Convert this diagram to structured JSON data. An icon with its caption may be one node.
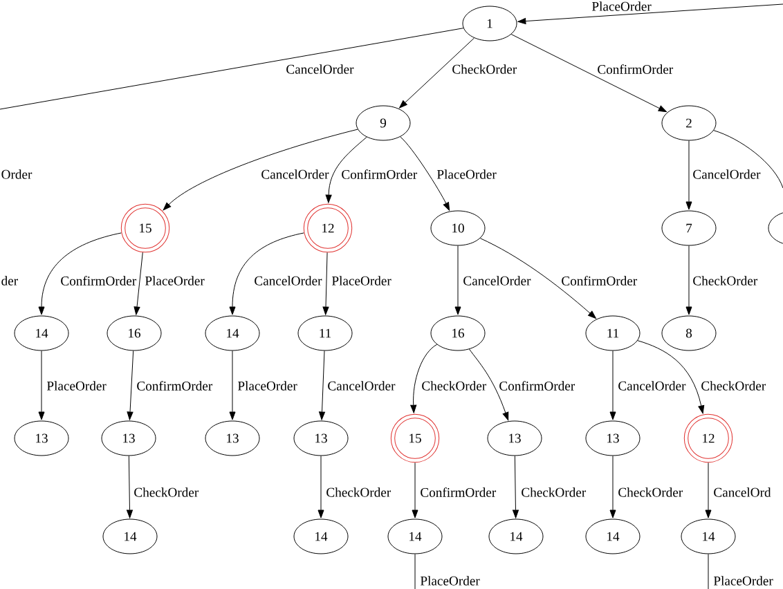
{
  "diagram": {
    "nodes": [
      {
        "text": [
          "1"
        ]
      },
      {
        "text": [
          "9"
        ]
      },
      {
        "text": [
          "2"
        ]
      },
      {
        "text": [
          "15"
        ]
      },
      {
        "text": [
          "12"
        ]
      },
      {
        "text": [
          "10"
        ]
      },
      {
        "text": [
          "7"
        ]
      },
      {
        "text": [],
        "shape": "ellipse"
      },
      {
        "text": [
          "14"
        ]
      },
      {
        "text": [
          "16"
        ]
      },
      {
        "text": [
          "14"
        ]
      },
      {
        "text": [
          "11"
        ]
      },
      {
        "text": [
          "16"
        ]
      },
      {
        "text": [
          "11"
        ]
      },
      {
        "text": [
          "8"
        ]
      },
      {
        "text": [
          "13"
        ]
      },
      {
        "text": [
          "13"
        ]
      },
      {
        "text": [
          "13"
        ]
      },
      {
        "text": [
          "13"
        ]
      },
      {
        "text": [
          "15"
        ]
      },
      {
        "text": [
          "13"
        ]
      },
      {
        "text": [
          "13"
        ]
      },
      {
        "text": [
          "12"
        ]
      },
      {
        "text": [
          "14"
        ]
      },
      {
        "text": [
          "14"
        ]
      },
      {
        "text": [
          "14"
        ]
      },
      {
        "text": [
          "14"
        ]
      },
      {
        "text": [
          "14"
        ]
      },
      {
        "text": [
          "14"
        ]
      }
    ],
    "edges": [
      {
        "from": null,
        "to": 0,
        "arrow": "to",
        "label": "PlaceOrder"
      },
      {
        "from": 0,
        "to": null,
        "arrow": "none",
        "label": "CancelOrder"
      },
      {
        "from": 0,
        "to": 1,
        "arrow": "to",
        "label": "CheckOrder"
      },
      {
        "from": 0,
        "to": 2,
        "arrow": "to",
        "label": "ConfirmOrder"
      },
      {
        "from": 1,
        "to": 3,
        "arrow": "to",
        "label": "CancelOrder"
      },
      {
        "from": 1,
        "to": 4,
        "arrow": "to",
        "label": "ConfirmOrder"
      },
      {
        "from": 1,
        "to": 5,
        "arrow": "to",
        "label": "PlaceOrder"
      },
      {
        "from": 2,
        "to": 6,
        "arrow": "to",
        "label": "CancelOrder"
      },
      {
        "from": 2,
        "to": null,
        "arrow": "none"
      },
      {
        "from": 3,
        "to": 8,
        "arrow": "to",
        "label": "ConfirmOrder"
      },
      {
        "from": 3,
        "to": 9,
        "arrow": "to",
        "label": "PlaceOrder"
      },
      {
        "from": 4,
        "to": 10,
        "arrow": "to",
        "label": "CancelOrder"
      },
      {
        "from": 4,
        "to": 11,
        "arrow": "to",
        "label": "PlaceOrder"
      },
      {
        "from": 5,
        "to": 12,
        "arrow": "to",
        "label": "CancelOrder"
      },
      {
        "from": 5,
        "to": 13,
        "arrow": "to",
        "label": "ConfirmOrder"
      },
      {
        "from": 6,
        "to": 14,
        "arrow": "to",
        "label": "CheckOrder"
      },
      {
        "from": 8,
        "to": 15,
        "arrow": "to",
        "label": "PlaceOrder"
      },
      {
        "from": 9,
        "to": 16,
        "arrow": "to",
        "label": "ConfirmOrder"
      },
      {
        "from": 10,
        "to": 17,
        "arrow": "to",
        "label": "PlaceOrder"
      },
      {
        "from": 11,
        "to": 18,
        "arrow": "to",
        "label": "CancelOrder"
      },
      {
        "from": 12,
        "to": 19,
        "arrow": "to",
        "label": "CheckOrder"
      },
      {
        "from": 12,
        "to": 20,
        "arrow": "to",
        "label": "ConfirmOrder"
      },
      {
        "from": 13,
        "to": 21,
        "arrow": "to",
        "label": "CancelOrder"
      },
      {
        "from": 13,
        "to": 22,
        "arrow": "to",
        "label": "CheckOrder"
      },
      {
        "from": 16,
        "to": 23,
        "arrow": "to",
        "label": "CheckOrder"
      },
      {
        "from": 18,
        "to": 24,
        "arrow": "to",
        "label": "CheckOrder"
      },
      {
        "from": 19,
        "to": 25,
        "arrow": "to",
        "label": "ConfirmOrder"
      },
      {
        "from": 20,
        "to": 26,
        "arrow": "to",
        "label": "CheckOrder"
      },
      {
        "from": 21,
        "to": 27,
        "arrow": "to",
        "label": "CheckOrder"
      },
      {
        "from": 22,
        "to": 28,
        "arrow": "to",
        "label": "CancelOrd"
      },
      {
        "from": 25,
        "to": null,
        "arrow": "none",
        "label": "PlaceOrder"
      },
      {
        "from": 28,
        "to": null,
        "arrow": "none",
        "label": "PlaceOrder"
      }
    ],
    "labels": [
      "Order",
      "der"
    ]
  }
}
